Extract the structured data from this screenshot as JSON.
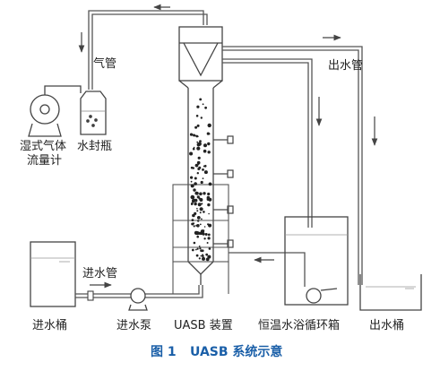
{
  "labels": {
    "gas_pipe": "气管",
    "gas_meter_line1": "湿式气体",
    "gas_meter_line2": "流量计",
    "water_seal": "水封瓶",
    "outlet_pipe": "出水管",
    "inlet_pipe": "进水管",
    "inlet_tank": "进水桶",
    "inlet_pump": "进水泵",
    "uasb_device": "UASB 装置",
    "water_bath": "恒温水浴循环箱",
    "outlet_tank": "出水桶"
  },
  "caption": {
    "number": "图 1",
    "title": "UASB 系统示意"
  },
  "colors": {
    "line": "#555555",
    "caption": "#1a5fa8"
  }
}
